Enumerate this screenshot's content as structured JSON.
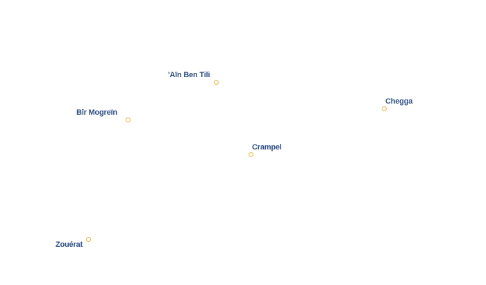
{
  "map": {
    "places": [
      {
        "name": "'Aïn Ben Tili"
      },
      {
        "name": "Chegga"
      },
      {
        "name": "Bîr Mogreïn"
      },
      {
        "name": "Crampel"
      },
      {
        "name": "Zouérat"
      }
    ],
    "colors": {
      "background": "#ffffff",
      "label_text": "#2d4e86",
      "label_halo": "#ffffff",
      "marker_stroke": "#f2b53a",
      "marker_fill": "#ffffff"
    }
  }
}
